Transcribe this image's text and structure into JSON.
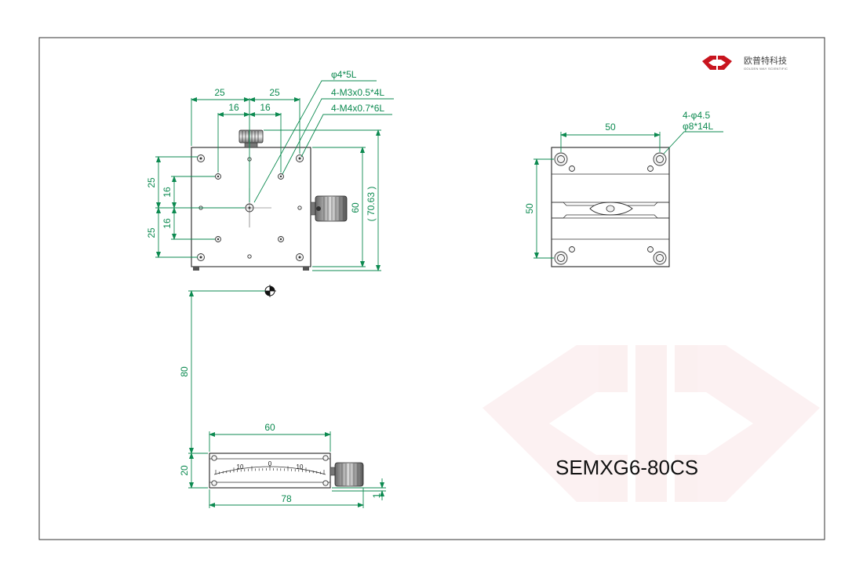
{
  "model_number": "SEMXG6-80CS",
  "brand": {
    "cn": "欧普特科技",
    "en": "GOLDEN WAY SCIENTIFIC",
    "color": "#c8141e"
  },
  "callouts": {
    "hole_center": "φ4*5L",
    "thread_m3": "4-M3x0.5*4L",
    "thread_m4": "4-M4x0.7*6L",
    "mount_holes_count": "4-φ4.5",
    "mount_holes_cb": "φ8*14L"
  },
  "dimensions": {
    "top_25_left": "25",
    "top_25_right": "25",
    "top_16_left": "16",
    "top_16_right": "16",
    "left_25_top": "25",
    "left_16_top": "16",
    "left_16_bottom": "16",
    "left_25_bottom": "25",
    "height_60": "60",
    "height_70_63": "( 70.63 )",
    "side_width_50": "50",
    "side_height_50": "50",
    "travel_80": "80",
    "front_width_60": "60",
    "front_height_20": "20",
    "front_width_78": "78",
    "front_offset_1": "1"
  },
  "scale_labels": [
    "10",
    "0",
    "10"
  ],
  "colors": {
    "dimension": "#0c8a50",
    "outline": "#222222",
    "border": "#333333"
  }
}
